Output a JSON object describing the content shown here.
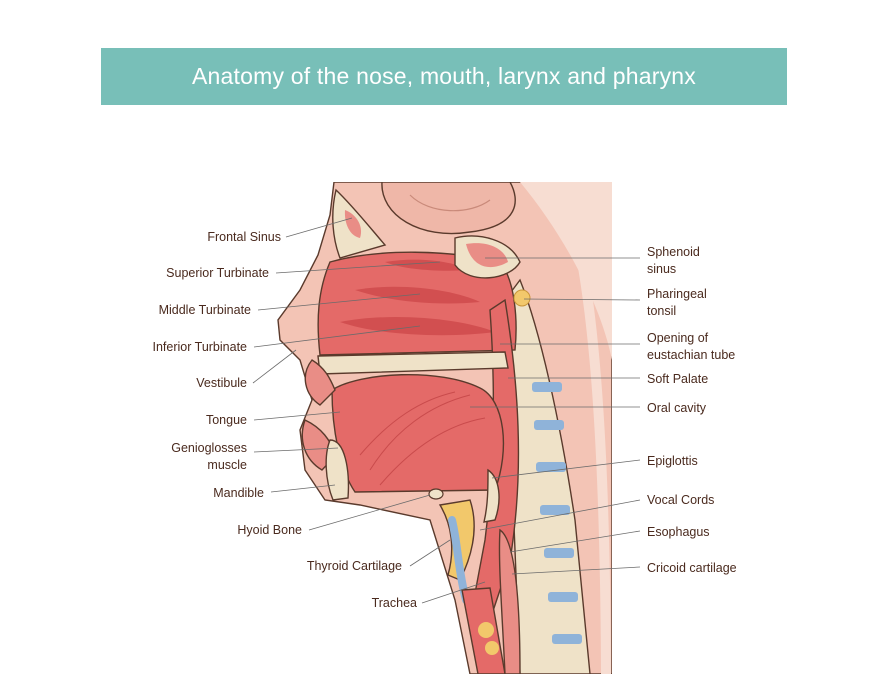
{
  "title": "Anatomy of the nose, mouth, larynx and pharynx",
  "labels_left": [
    {
      "id": "frontal-sinus",
      "text": "Frontal Sinus"
    },
    {
      "id": "superior-turbinate",
      "text": "Superior Turbinate"
    },
    {
      "id": "middle-turbinate",
      "text": "Middle Turbinate"
    },
    {
      "id": "inferior-turbinate",
      "text": "Inferior Turbinate"
    },
    {
      "id": "vestibule",
      "text": "Vestibule"
    },
    {
      "id": "tongue",
      "text": "Tongue"
    },
    {
      "id": "genioglosses-muscle",
      "lines": [
        "Genioglosses",
        "muscle"
      ]
    },
    {
      "id": "mandible",
      "text": "Mandible"
    },
    {
      "id": "hyoid-bone",
      "text": "Hyoid Bone"
    },
    {
      "id": "thyroid-cartilage",
      "text": "Thyroid Cartilage"
    },
    {
      "id": "trachea",
      "text": "Trachea"
    }
  ],
  "labels_right": [
    {
      "id": "sphenoid-sinus",
      "lines": [
        "Sphenoid",
        "sinus"
      ]
    },
    {
      "id": "pharingeal-tonsil",
      "lines": [
        "Pharingeal",
        "tonsil"
      ]
    },
    {
      "id": "opening-of-eustachian-tube",
      "lines": [
        "Opening of",
        "eustachian tube"
      ]
    },
    {
      "id": "soft-palate",
      "text": "Soft Palate"
    },
    {
      "id": "oral-cavity",
      "text": "Oral cavity"
    },
    {
      "id": "epiglottis",
      "text": "Epiglottis"
    },
    {
      "id": "vocal-cords",
      "text": "Vocal Cords"
    },
    {
      "id": "esophagus",
      "text": "Esophagus"
    },
    {
      "id": "cricoid-cartilage",
      "text": "Cricoid cartilage"
    }
  ],
  "colors": {
    "banner": "#78bfb8",
    "tissue_pink": "#f3c4b5",
    "cavity_red": "#e46a68",
    "bone_beige": "#efe2c8",
    "cartilage_blue": "#8fb3d9",
    "fat_yellow": "#f2c86b",
    "label_text": "#4a2a1e"
  }
}
